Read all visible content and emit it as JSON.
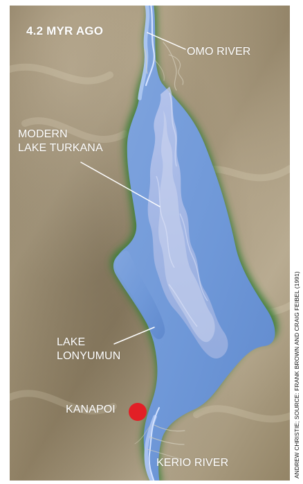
{
  "map": {
    "title": "4.2  MYR AGO",
    "labels": {
      "omo_river": "OMO RIVER",
      "modern_lake_line1": "MODERN",
      "modern_lake_line2": "LAKE TURKANA",
      "lonyumun_line1": "LAKE",
      "lonyumun_line2": "LONYUMUN",
      "kanapoi": "KANAPOI",
      "kerio_river": "KERIO RIVER"
    },
    "credit": "ANDREW CHRISTIE; SOURCE: FRANK BROWN AND CRAIG FEIBEL (1991)"
  },
  "colors": {
    "terrain": "#8f8064",
    "terrain_light": "#b6a98f",
    "shore_green": "#4d8f45",
    "lake_lonyumun": "#6f98d8",
    "modern_lake": "#aebce6",
    "kanapoi_site": "#e21f26",
    "label_text": "#ffffff",
    "credit_text": "#111111"
  }
}
